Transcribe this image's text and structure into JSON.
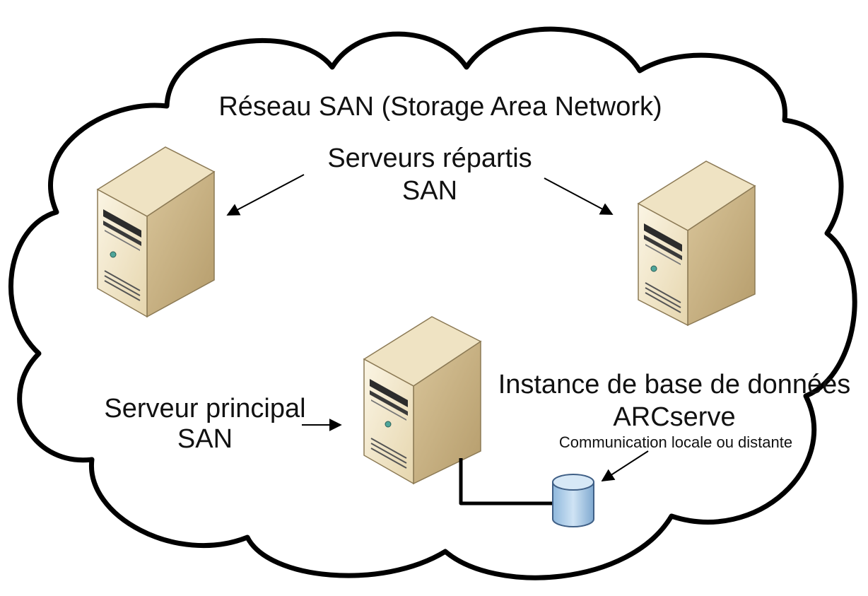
{
  "diagram": {
    "title": "Réseau SAN (Storage Area Network)",
    "distributed_servers": {
      "line1": "Serveurs répartis",
      "line2": "SAN"
    },
    "primary_server": {
      "line1": "Serveur principal",
      "line2": "SAN"
    },
    "database_instance": {
      "line1": "Instance de base de données",
      "line2": "ARCserve"
    },
    "communication_note": "Communication locale ou distante"
  },
  "colors": {
    "cloud_stroke": "#000000",
    "server_front": "#f1e7cc",
    "server_side": "#c9b48a",
    "server_top": "#e9dcb9",
    "drive_slot": "#2c2c2c",
    "power_led": "#4fa69a",
    "database_fill": "#a7c9e6",
    "database_top": "#d7e8f6"
  },
  "icons": [
    "server-icon",
    "database-icon",
    "arrow-icon",
    "cloud-shape"
  ]
}
